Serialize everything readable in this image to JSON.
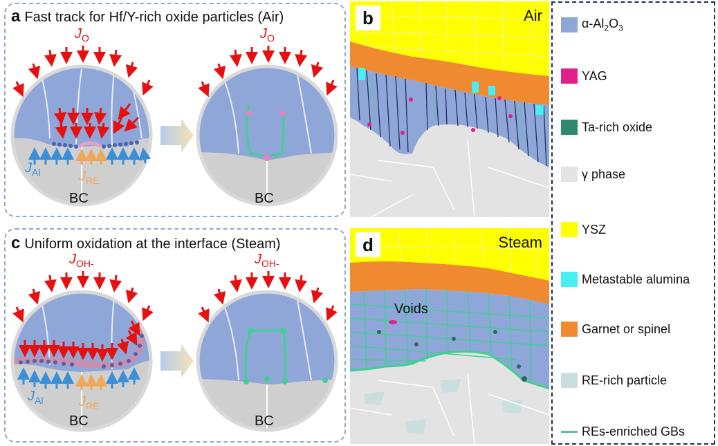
{
  "panel_a": {
    "letter": "a",
    "title": "Fast track for Hf/Y-rich oxide particles (Air)",
    "flux_top": "J",
    "flux_top_sub": "O",
    "flux_top_right": "J",
    "flux_top_right_sub": "O",
    "flux_al": "J",
    "flux_al_sub": "Al",
    "flux_re": "J",
    "flux_re_sub": "RE",
    "bc_left": "BC",
    "bc_right": "BC"
  },
  "panel_c": {
    "letter": "c",
    "title": "Uniform oxidation at the interface (Steam)",
    "flux_top": "J",
    "flux_top_sub": "OH-",
    "flux_top_right": "J",
    "flux_top_right_sub": "OH-",
    "flux_al": "J",
    "flux_al_sub": "Al",
    "flux_re": "J",
    "flux_re_sub": "RE",
    "bc_left": "BC",
    "bc_right": "BC"
  },
  "panel_b": {
    "letter": "b",
    "atmosphere": "Air"
  },
  "panel_d": {
    "letter": "d",
    "atmosphere": "Steam",
    "voids_label": "Voids"
  },
  "legend": [
    {
      "label": "α-Al",
      "sub": "2",
      "label2": "O",
      "sub2": "3",
      "color": "#8fa6d8"
    },
    {
      "label": "YAG",
      "color": "#e0208a"
    },
    {
      "label": "Ta-rich oxide",
      "color": "#2e8a6e"
    },
    {
      "label": "γ phase",
      "color": "#e3e3e3"
    },
    {
      "label": "YSZ",
      "color": "#ffff00"
    },
    {
      "label": "Metastable alumina",
      "color": "#45f0f5"
    },
    {
      "label": "Garnet or spinel",
      "color": "#f08a30"
    },
    {
      "label": "RE-rich particle",
      "color": "#c9dedd"
    },
    {
      "label": "REs-enriched GBs",
      "color": "#4fc79a",
      "line": true
    }
  ],
  "colors": {
    "alumina": "#8fa6d8",
    "bond_coat": "#cccccc",
    "oxygen_arrow": "#e61010",
    "al_arrow": "#3a8fd8",
    "re_arrow": "#f0a858",
    "gb_green": "#3fd090",
    "panel_border": "#8fa8cf",
    "legend_border": "#1f3050"
  }
}
